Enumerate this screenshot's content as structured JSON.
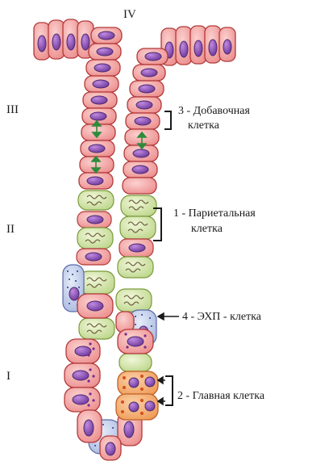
{
  "zones": [
    "IV",
    "III",
    "II",
    "I"
  ],
  "labels": {
    "accessory": [
      "3 - Добавочная",
      "клетка"
    ],
    "parietal": [
      "1 - Париетальная",
      "клетка"
    ],
    "ecl": "4 - ЭХП - клетка",
    "chief": "2 - Главная клетка"
  },
  "colors": {
    "cell_fill": "#f2a0a0",
    "cell_stroke": "#b23a3a",
    "nucleus": "#8a4fb5",
    "parietal_fill": "#d7e6a8",
    "ecl_fill": "#c9d4ee",
    "chief_fill": "#f7b27a",
    "arrow_green": "#2e8b3a"
  }
}
